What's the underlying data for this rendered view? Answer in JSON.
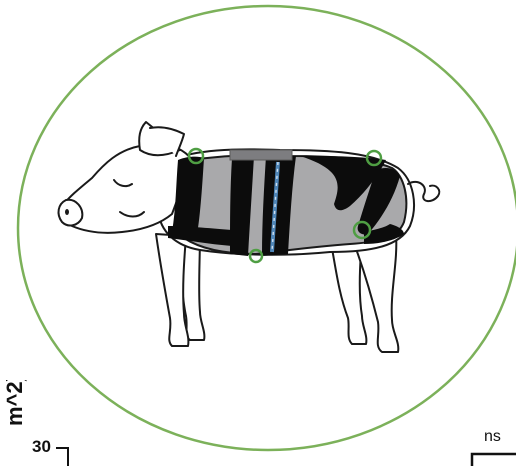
{
  "figure": {
    "ylabel_fragment": "m^2)",
    "tick_label": "30",
    "significance_label": "ns"
  },
  "colors": {
    "ellipse": "#7cb15a",
    "vest_gray": "#a9a9ab",
    "vest_black": "#0c0c0c",
    "sensor_ring": "#4f9e43",
    "blue_stripe": "#4f86b8",
    "outline": "#1a1a1a"
  },
  "icons": {
    "pig": "pig-icon",
    "vest": "vest-icon",
    "sensors": "sensor-ring-icon"
  }
}
